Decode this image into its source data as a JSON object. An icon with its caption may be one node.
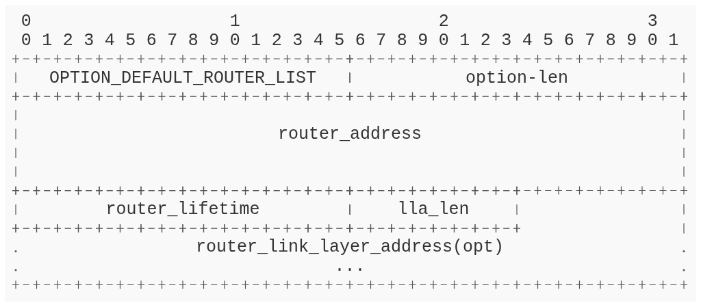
{
  "diagram": {
    "nodes": [
      {
        "text": [
          "OPTION_DEFAULT_ROUTER_LIST"
        ]
      },
      {
        "text": [
          "option-len"
        ]
      },
      {
        "text": [
          "router_address"
        ]
      },
      {
        "text": [
          "router_lifetime"
        ]
      },
      {
        "text": [
          "lla_len"
        ]
      },
      {
        "text": [
          "router_link_layer_address(opt)",
          "..."
        ]
      }
    ],
    "labels": [
      "0",
      "1",
      "2",
      "3",
      "0",
      "1",
      "2",
      "3",
      "4",
      "5",
      "6",
      "7",
      "8",
      "9",
      "0",
      "1",
      "2",
      "3",
      "4",
      "5",
      "6",
      "7",
      "8",
      "9",
      "0",
      "1",
      "2",
      "3",
      "4",
      "5",
      "6",
      "7",
      "8",
      "9",
      "0",
      "1"
    ]
  }
}
